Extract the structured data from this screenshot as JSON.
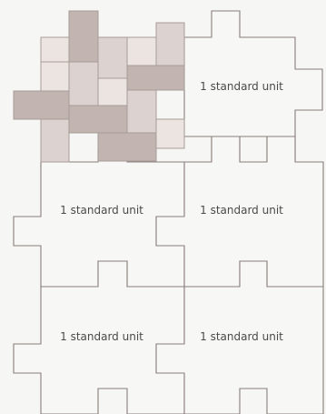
{
  "colors": {
    "background": "#f6f6f4",
    "outline": "#8a7f7a",
    "paver_light": "#ece4e1",
    "paver_mid": "#dcd2cf",
    "paver_dark": "#c1b4b1",
    "paver_edge": "#a89c98"
  },
  "units": [
    {
      "label": "1 standard unit"
    },
    {
      "label": "1 standard unit"
    },
    {
      "label": "1 standard unit"
    },
    {
      "label": "1 standard unit"
    },
    {
      "label": "1 standard unit"
    }
  ]
}
